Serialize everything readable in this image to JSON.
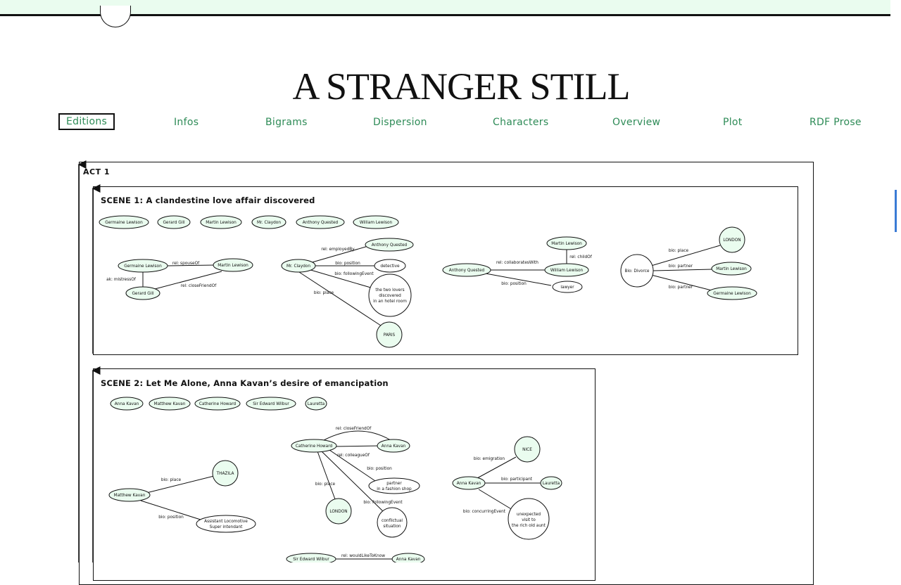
{
  "page_title": "A STRANGER STILL",
  "nav": {
    "editions": "Editions",
    "infos": "Infos",
    "bigrams": "Bigrams",
    "dispersion": "Dispersion",
    "characters": "Characters",
    "overview": "Overview",
    "plot": "Plot",
    "rdf_prose": "RDF Prose"
  },
  "colors": {
    "accent": "#2e8b57",
    "node_fill": "#eafcef",
    "topbar": "#eafcef"
  },
  "act": {
    "label": "ACT 1"
  },
  "scene1": {
    "title": "SCENE 1: A clandestine love affair discovered",
    "characters": [
      "Germaine Lewison",
      "Gerard Gill",
      "Martin Lewison",
      "Mr. Claydon",
      "Anthony Quested",
      "William Lewison"
    ],
    "graph1": {
      "nodes": {
        "germaine": "Germaine Lewison",
        "martin": "Martin Lewison",
        "gerard": "Gerard Gill"
      },
      "edges": {
        "spouse": "rel: spouseOf",
        "mistress": "ak: mistressOf",
        "close": "rel: closeFriendOf"
      }
    },
    "graph2": {
      "nodes": {
        "claydon": "Mr. Claydon",
        "anthony": "Anthony Quested",
        "detective": "detective",
        "event": [
          "the two lovers",
          "discovered",
          "in an hotel room"
        ],
        "paris": "PARIS"
      },
      "edges": {
        "employed": "rel: employedBy",
        "position": "bio: position",
        "following": "bio: followingEvent",
        "place": "bio: place"
      }
    },
    "graph3": {
      "nodes": {
        "martin": "Martin Lewison",
        "anthony": "Anthony Quested",
        "william": "William Lewison",
        "lawyer": "lawyer"
      },
      "edges": {
        "child": "rel: childOf",
        "collab": "rel: collaboratesWith",
        "position": "bio: position"
      }
    },
    "graph4": {
      "nodes": {
        "divorce": "Bio: Divorce",
        "london": "LONDON",
        "martin": "Martin Lewison",
        "germaine": "Germaine Lewison"
      },
      "edges": {
        "place": "bio: place",
        "partner1": "bio: partner",
        "partner2": "bio: partner"
      }
    }
  },
  "scene2": {
    "title": "SCENE 2: Let Me Alone, Anna Kavan’s desire of emancipation",
    "characters": [
      "Anna Kavan",
      "Matthew Kavan",
      "Catherine Howard",
      "Sir Edward Wilbur",
      "Lauretta"
    ],
    "graph1": {
      "nodes": {
        "matthew": "Matthew Kavan",
        "thazila": "THAZILA",
        "assistant": [
          "Assistant Locomotive",
          "Super intendant"
        ]
      },
      "edges": {
        "place": "bio: place",
        "position": "bio: position"
      }
    },
    "graph2": {
      "nodes": {
        "catherine": "Catherine Howard",
        "anna": "Anna Kavan",
        "partner": [
          "partner",
          "in a fashion shop"
        ],
        "london": "LONDON",
        "conflict": [
          "conflictual",
          "situation"
        ]
      },
      "edges": {
        "close": "rel: closeFriendOf",
        "colleague": "rel: colleagueOf",
        "position": "bio: position",
        "place": "bio: place",
        "following": "bio: followingEvent"
      }
    },
    "graph3": {
      "nodes": {
        "anna": "Anna Kavan",
        "nice": "NICE",
        "lauretta": "Lauretta",
        "visit": [
          "unexpected",
          "visit to",
          "the rich old aunt"
        ]
      },
      "edges": {
        "emigration": "bio: emigration",
        "participant": "bio: participant",
        "concurring": "bio: concurringEvent"
      }
    },
    "graph4": {
      "nodes": {
        "edward": "Sir Edward Wilbur",
        "anna": "Anna Kavan"
      },
      "edges": {
        "would": "rel: wouldLikeToKnow"
      }
    }
  }
}
